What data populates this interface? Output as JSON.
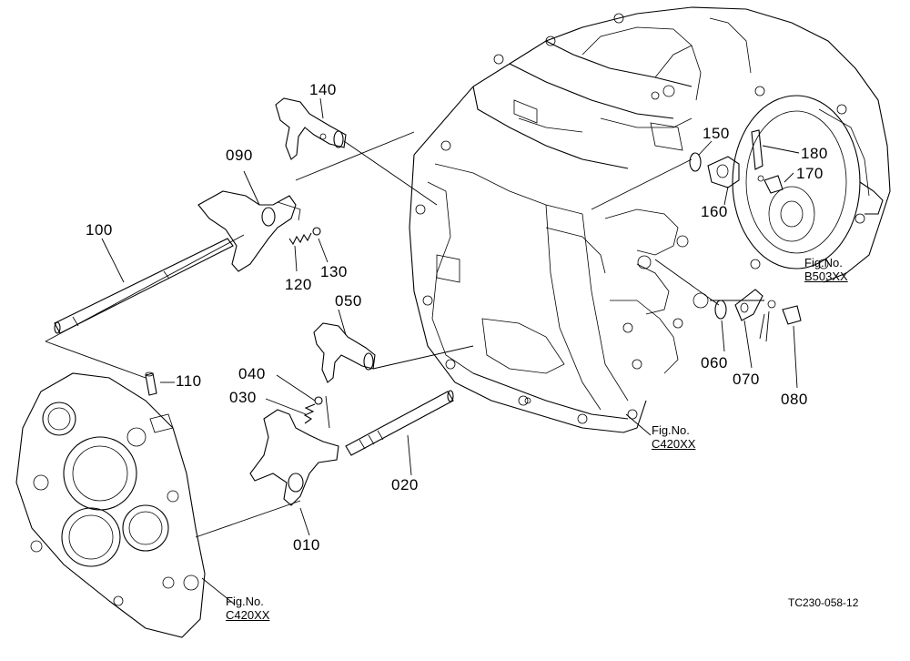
{
  "labels": [
    {
      "id": "p140",
      "text": "140"
    },
    {
      "id": "p090",
      "text": "090"
    },
    {
      "id": "p100",
      "text": "100"
    },
    {
      "id": "p120",
      "text": "120"
    },
    {
      "id": "p130",
      "text": "130"
    },
    {
      "id": "p050",
      "text": "050"
    },
    {
      "id": "p110",
      "text": "110"
    },
    {
      "id": "p040",
      "text": "040"
    },
    {
      "id": "p030",
      "text": "030"
    },
    {
      "id": "p020",
      "text": "020"
    },
    {
      "id": "p010",
      "text": "010"
    },
    {
      "id": "p150",
      "text": "150"
    },
    {
      "id": "p180",
      "text": "180"
    },
    {
      "id": "p170",
      "text": "170"
    },
    {
      "id": "p160",
      "text": "160"
    },
    {
      "id": "p060",
      "text": "060"
    },
    {
      "id": "p070",
      "text": "070"
    },
    {
      "id": "p080",
      "text": "080"
    }
  ],
  "refs": [
    {
      "id": "ref-b503",
      "top": "Fig.No.",
      "bottom": "B503XX"
    },
    {
      "id": "ref-c420-center",
      "top": "Fig.No.",
      "bottom": "C420XX"
    },
    {
      "id": "ref-c420-left",
      "top": "Fig.No.",
      "bottom": "C420XX"
    }
  ],
  "drawing_code": "TC230-058-12"
}
